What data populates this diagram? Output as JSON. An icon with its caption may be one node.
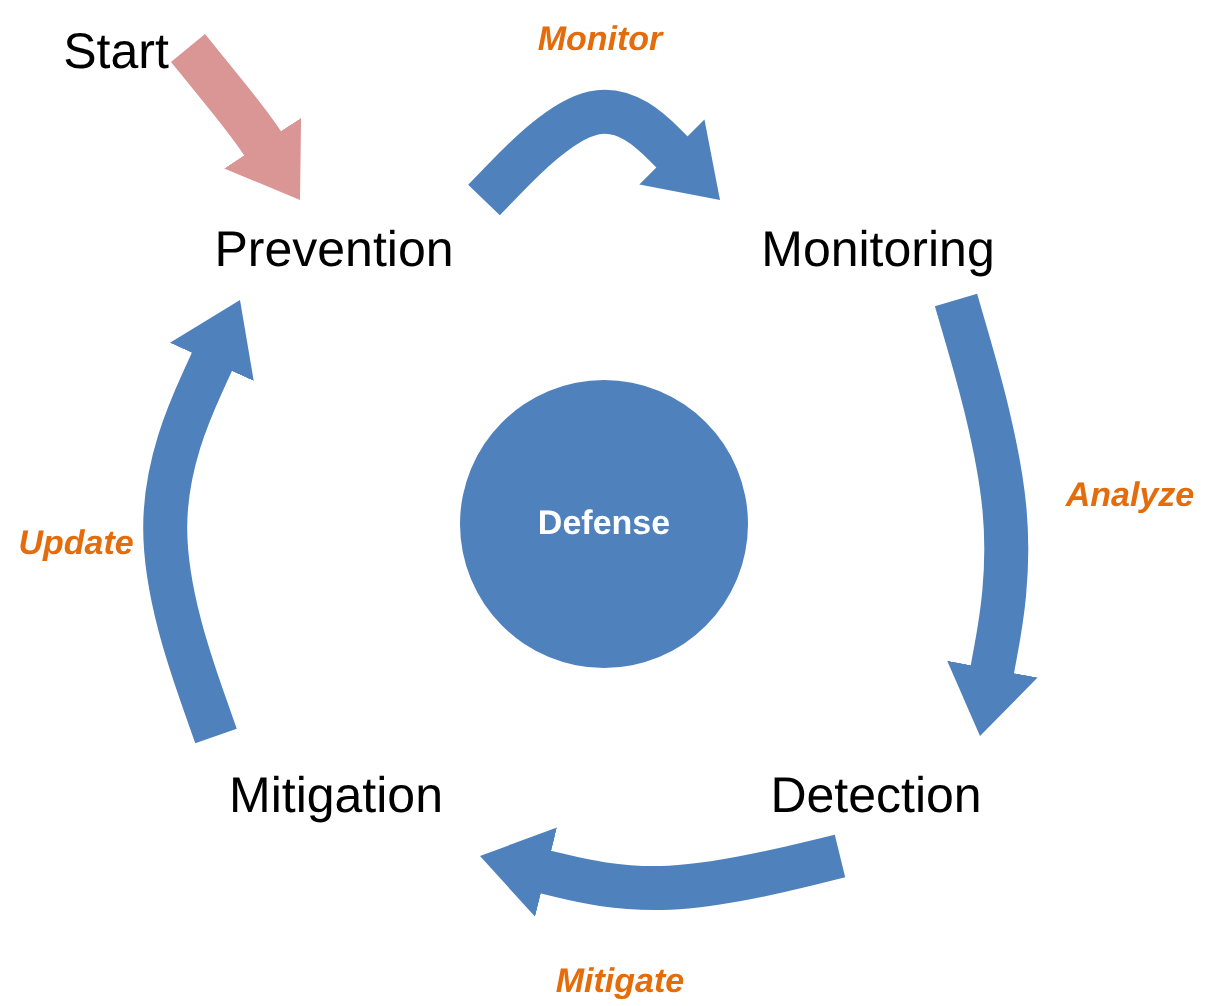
{
  "diagram": {
    "nodes": [
      {
        "text": [
          "Start"
        ]
      },
      {
        "text": [
          "Prevention"
        ]
      },
      {
        "text": [
          "Monitoring"
        ]
      },
      {
        "text": [
          "Detection"
        ]
      },
      {
        "text": [
          "Mitigation"
        ]
      },
      {
        "text": [
          "Defense"
        ]
      }
    ],
    "edges": [
      {
        "from": 0,
        "to": 1,
        "arrow": "to",
        "color": "#d99694"
      },
      {
        "from": 1,
        "to": 2,
        "arrow": "to",
        "label": "Monitor"
      },
      {
        "from": 2,
        "to": 3,
        "arrow": "to",
        "label": "Analyze"
      },
      {
        "from": 3,
        "to": 4,
        "arrow": "to",
        "label": "Mitigate"
      },
      {
        "from": 4,
        "to": 1,
        "arrow": "to",
        "label": "Update"
      }
    ]
  }
}
